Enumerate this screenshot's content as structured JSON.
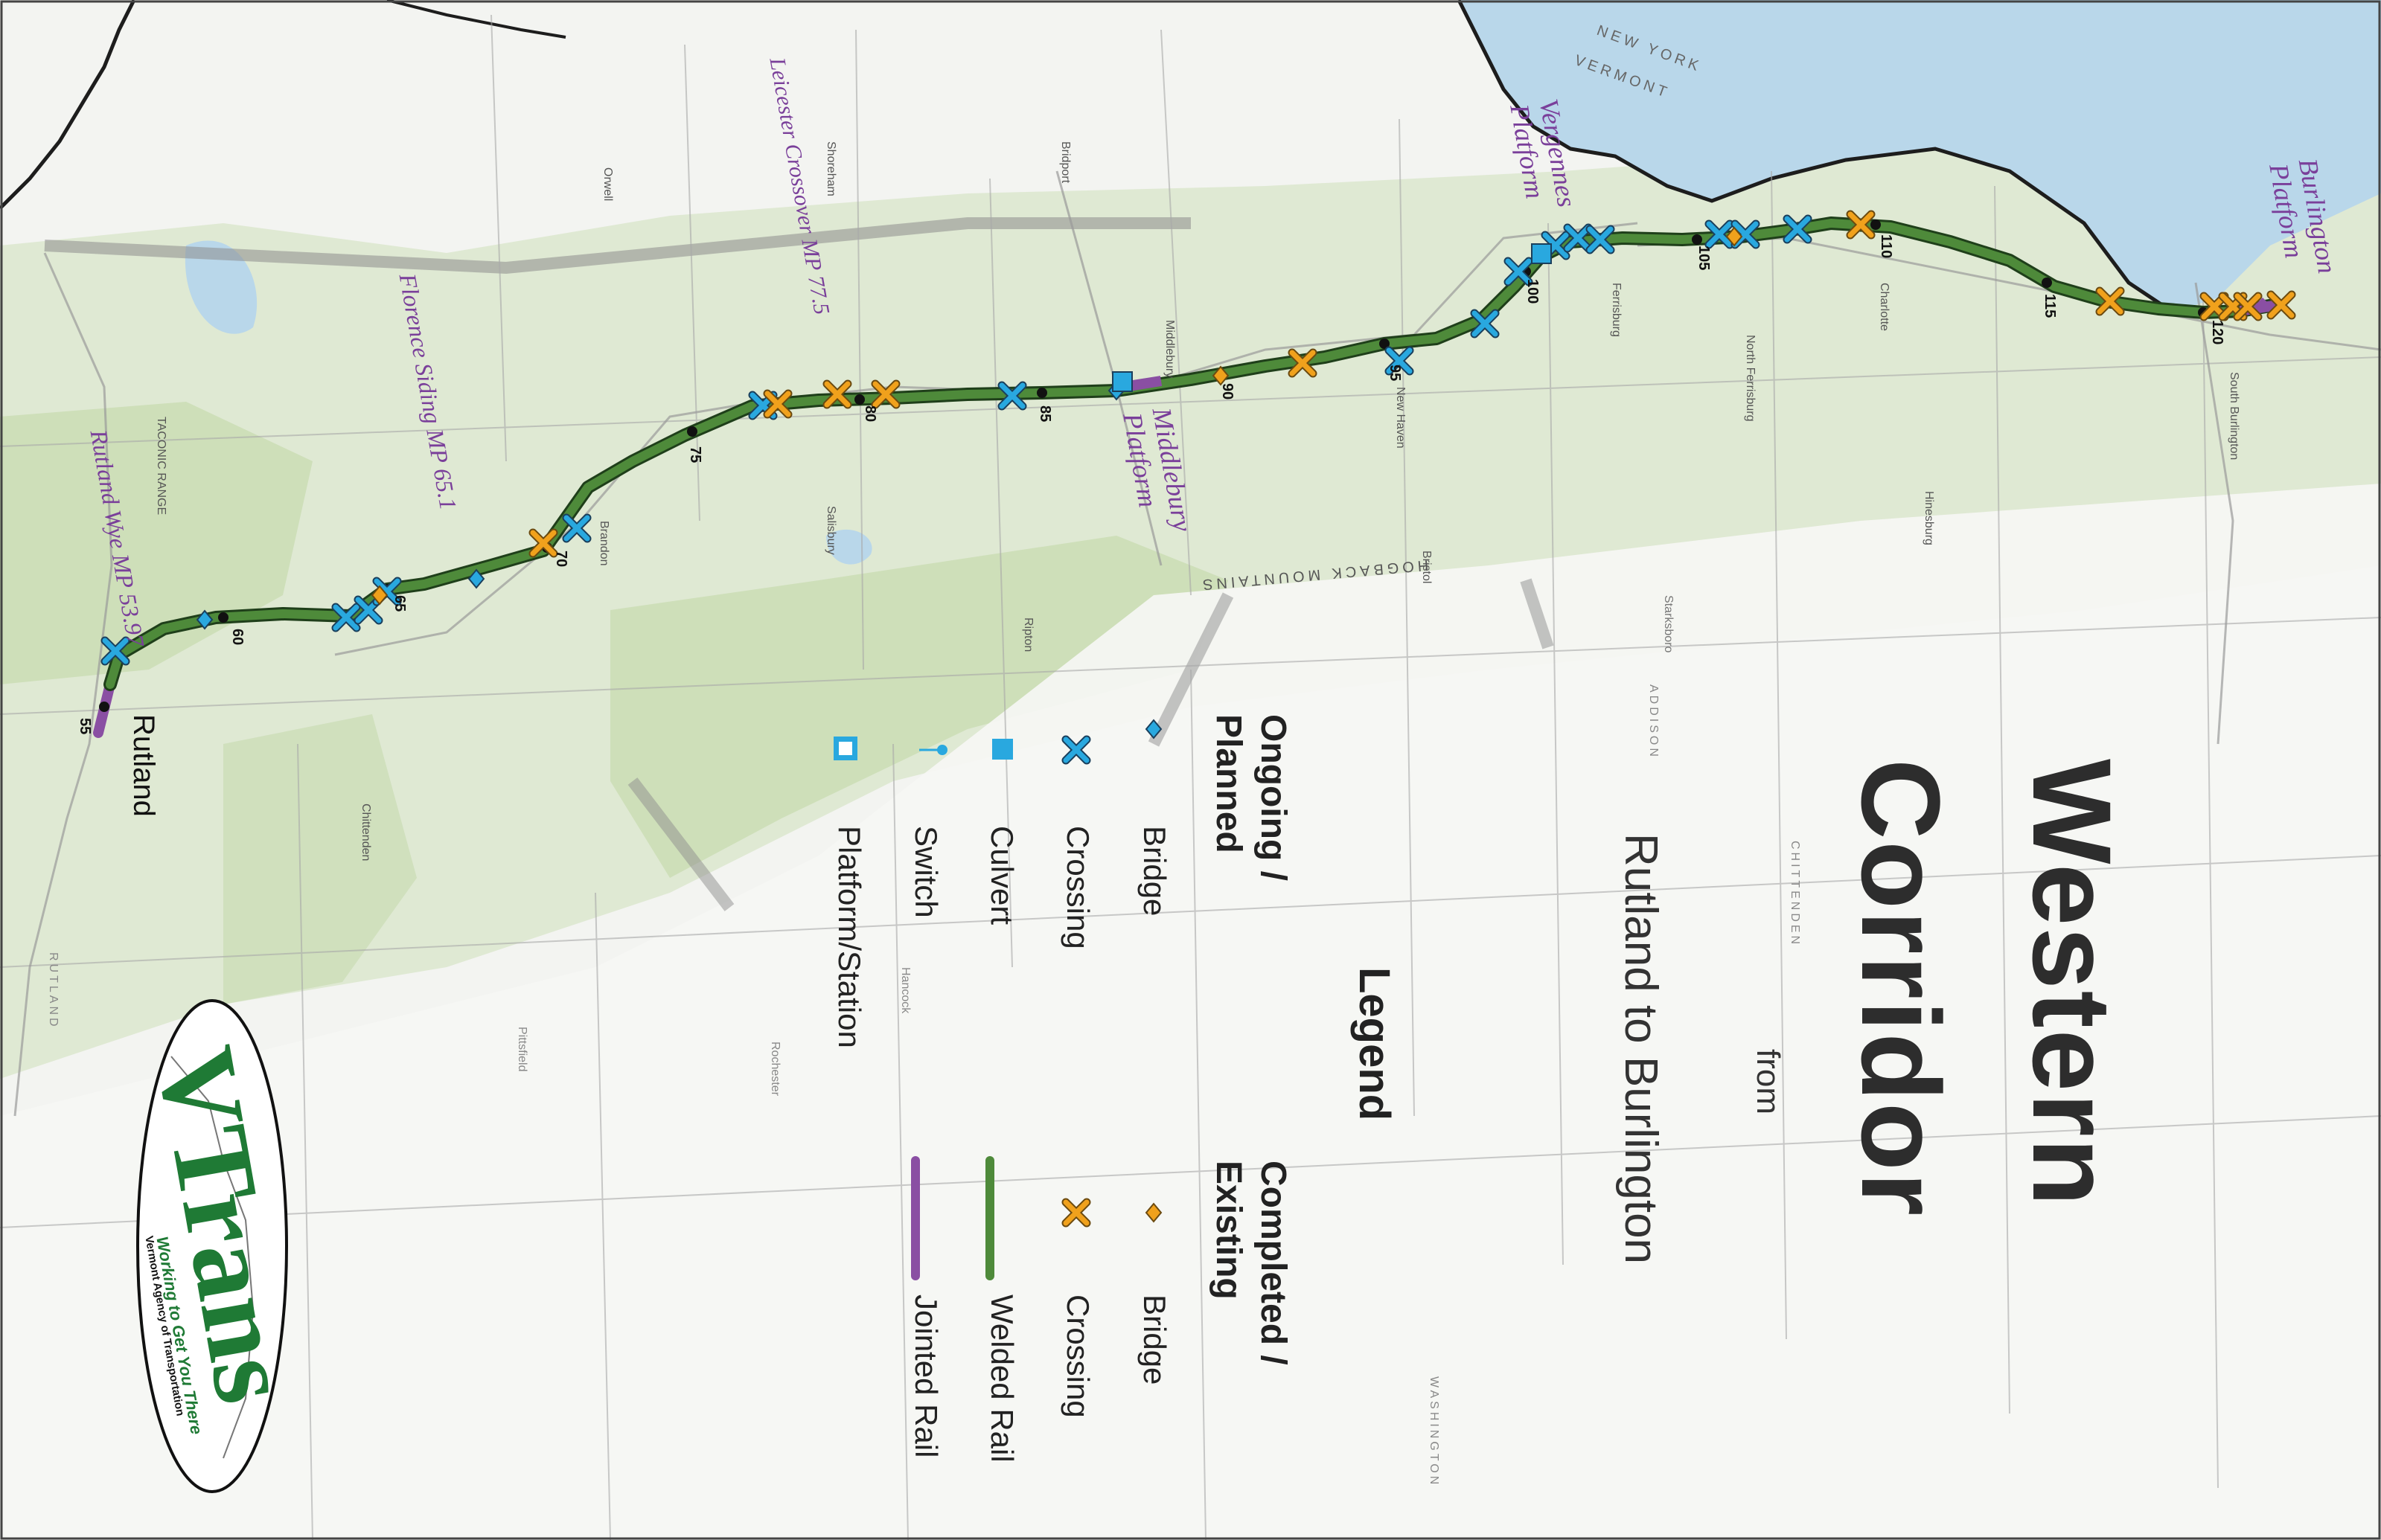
{
  "title": {
    "line1": "Western",
    "line2": "Corridor",
    "from": "from",
    "route": "Rutland to Burlington"
  },
  "legend": {
    "heading": "Legend",
    "ongoing_header": "Ongoing / Planned",
    "completed_header": "Completed / Existing",
    "ongoing_items": [
      {
        "label": "Bridge",
        "icon": "diamond",
        "color": "#29a8df"
      },
      {
        "label": "Crossing",
        "icon": "x-mark",
        "color": "#29a8df"
      },
      {
        "label": "Culvert",
        "icon": "square",
        "color": "#29a8df"
      },
      {
        "label": "Switch",
        "icon": "pin",
        "color": "#29a8df"
      },
      {
        "label": "Platform/Station",
        "icon": "station",
        "color": "#29a8df"
      }
    ],
    "completed_items": [
      {
        "label": "Bridge",
        "icon": "diamond",
        "color": "#f0a11c"
      },
      {
        "label": "Crossing",
        "icon": "x-mark",
        "color": "#f0a11c"
      },
      {
        "label": "Welded Rail",
        "icon": "line",
        "color": "#4e8a3a"
      },
      {
        "label": "Jointed Rail",
        "icon": "line",
        "color": "#8a4fa3"
      }
    ]
  },
  "logo": {
    "brand": "VTrans",
    "tagline": "Working to Get You There",
    "agency": "Vermont Agency of Transportation"
  },
  "places": {
    "rutland": "Rutland",
    "rutland_wye": "Rutland Wye MP 53.97",
    "florence": "Florence Siding MP 65.1",
    "leicester": "Leicester Crossover MP 77.5",
    "middlebury": "Middlebury Platform",
    "vergennes": "Vergennes Platform",
    "burlington": "Burlington Platform"
  },
  "mileposts": [
    "55",
    "60",
    "65",
    "70",
    "75",
    "80",
    "85",
    "90",
    "95",
    "100",
    "105",
    "110",
    "115",
    "120"
  ],
  "map_labels": [
    "Brandon",
    "Salisbury",
    "Ripton",
    "Chittenden",
    "Bristol",
    "Hinesburg",
    "Ferrisburg",
    "North Ferrisburg",
    "Charlotte",
    "South Burlington",
    "New Haven",
    "Starksboro",
    "Hancock",
    "Rochester",
    "Pittsfield",
    "Middlebury",
    "Shoreham",
    "Bridport",
    "Orwell",
    "HOGBACK MOUNTAINS",
    "TACONIC RANGE",
    "NEW YORK",
    "VERMONT",
    "ADDISON",
    "RUTLAND",
    "CHITTENDEN",
    "WASHINGTON"
  ],
  "colors": {
    "welded_rail": "#4e8a3a",
    "jointed_rail": "#8a4fa3",
    "ongoing": "#29a8df",
    "completed": "#f0a11c",
    "lake": "#b9d7ea",
    "brand_green": "#1f7a35"
  }
}
